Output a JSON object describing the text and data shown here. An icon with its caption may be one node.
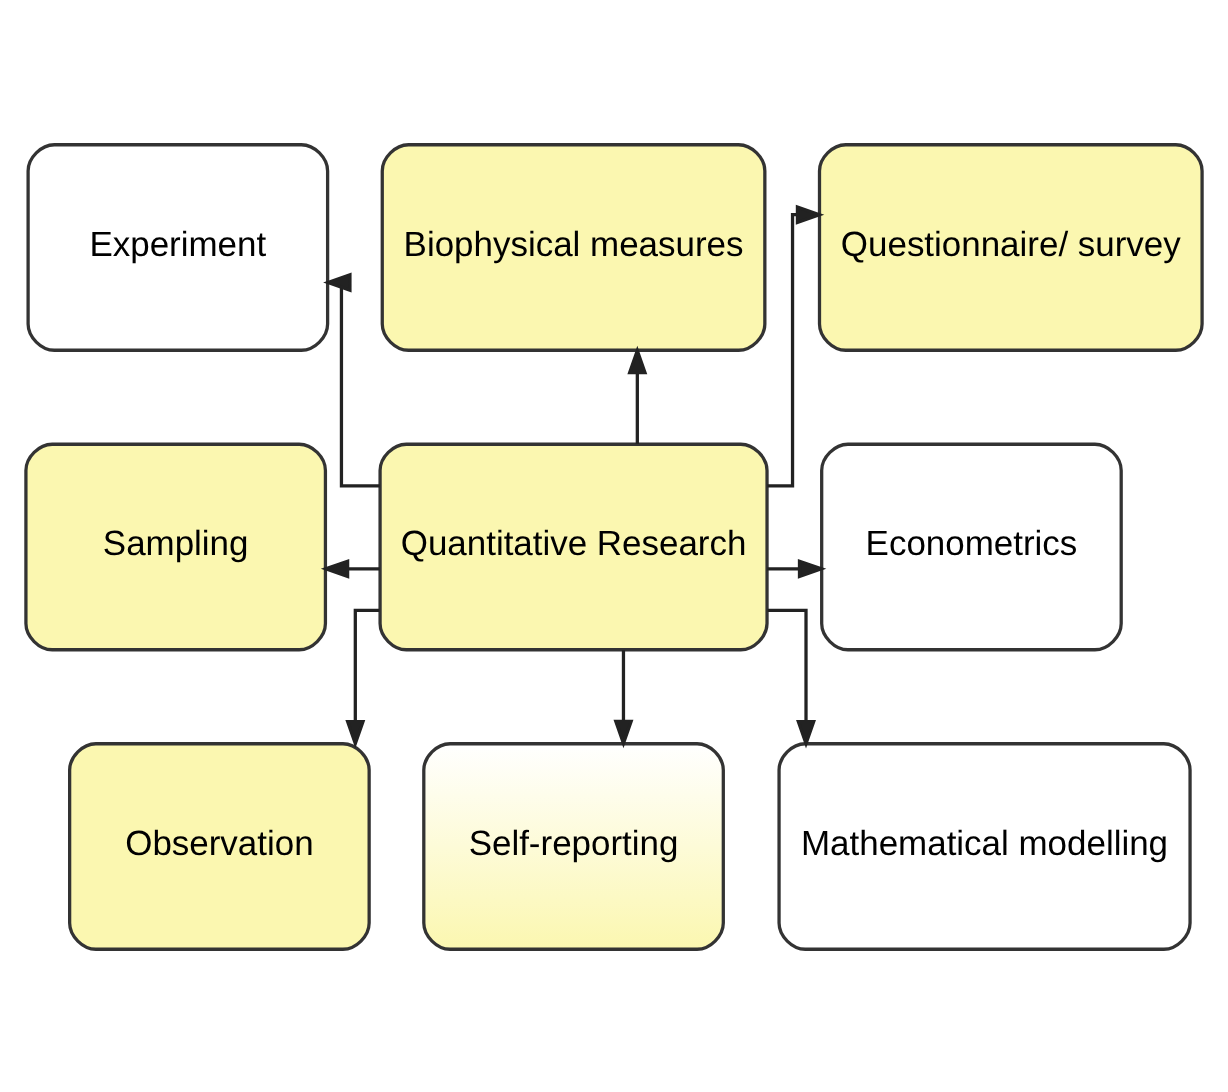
{
  "diagram": {
    "nodes": [
      {
        "text": [
          "Experiment"
        ]
      },
      {
        "text": [
          "Biophysical measures"
        ]
      },
      {
        "text": [
          "Questionnaire/ survey"
        ]
      },
      {
        "text": [
          "Sampling"
        ]
      },
      {
        "text": [
          "Quantitative Research"
        ]
      },
      {
        "text": [
          "Econometrics"
        ]
      },
      {
        "text": [
          "Observation"
        ]
      },
      {
        "text": [
          "Self-reporting"
        ]
      },
      {
        "text": [
          "Mathematical modelling"
        ]
      }
    ],
    "edges": [
      {
        "from": 4,
        "to": 0,
        "arrow": "to"
      },
      {
        "from": 4,
        "to": 1,
        "arrow": "to"
      },
      {
        "from": 4,
        "to": 2,
        "arrow": "to"
      },
      {
        "from": 4,
        "to": 3,
        "arrow": "to"
      },
      {
        "from": 4,
        "to": 5,
        "arrow": "to"
      },
      {
        "from": 4,
        "to": 6,
        "arrow": "to"
      },
      {
        "from": 4,
        "to": 7,
        "arrow": "to"
      },
      {
        "from": 4,
        "to": 8,
        "arrow": "to"
      }
    ]
  }
}
